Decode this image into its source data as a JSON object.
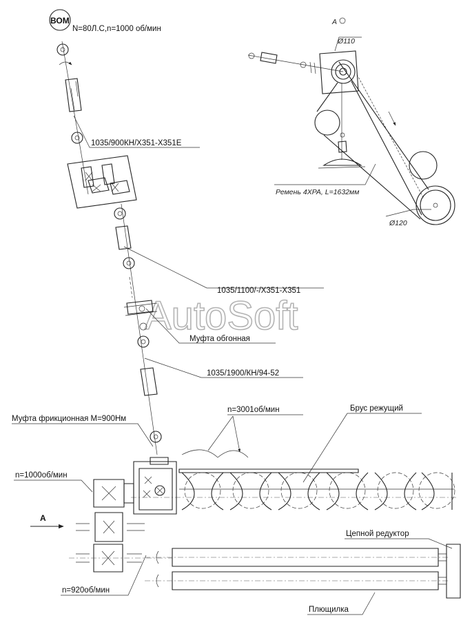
{
  "labels": {
    "vom": "ВОМ",
    "power": "N=80Л.С,n=1000 об/мин",
    "view_a_top": "А",
    "d110": "Ø110",
    "belt": "Ремень 4ХРА, L=1632мм",
    "d120": "Ø120",
    "shaft1": "1035/900КН/Х351-Х351Е",
    "shaft2": "1035/1100/-/Х351-Х351",
    "overrun_clutch": "Муфта обгонная",
    "shaft3": "1035/1900/КН/94-52",
    "friction_clutch": "Муфта фрикционная М=900Нм",
    "n3001": "n=3001об/мин",
    "cutter_bar": "Брус режущий",
    "n1000": "n=1000об/мин",
    "arrow_a": "А",
    "chain_reducer": "Цепной редуктор",
    "n920": "n=920об/мин",
    "flattener": "Плющилка"
  },
  "watermark": "AutoSoft"
}
